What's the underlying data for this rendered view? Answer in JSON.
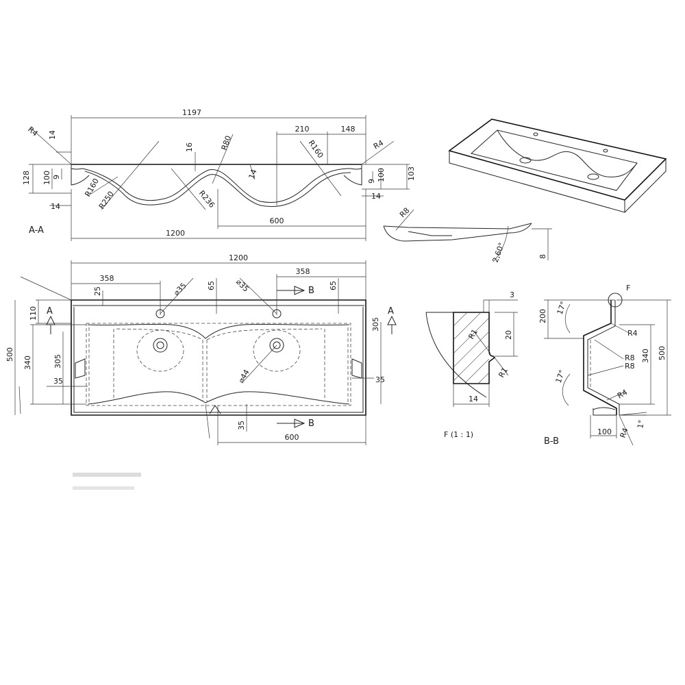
{
  "views": {
    "section_aa": {
      "title": "A-A",
      "dims": {
        "overall_top": "1197",
        "overall_bottom": "1200",
        "w210": "210",
        "w148": "148",
        "r4_left": "R4",
        "r4_right": "R4",
        "v14_top": "14",
        "v16": "16",
        "r80": "R80",
        "r160_right": "R160",
        "h128": "128",
        "h100_left": "100",
        "h9_left": "9",
        "h100_right": "100",
        "h9_right": "9",
        "h103": "103",
        "r160_left": "R160",
        "r250": "R250",
        "r236": "R236",
        "v14_mid": "14",
        "v14_bl": "14",
        "v14_br": "14",
        "w600": "600"
      }
    },
    "plan": {
      "dims": {
        "overall": "1200",
        "l358": "358",
        "r358": "358",
        "d25": "25",
        "hole_left": "⌀35",
        "hole_right": "⌀35",
        "h65_left": "65",
        "h65_right": "65",
        "h110": "110",
        "h500": "500",
        "h340": "340",
        "h305_left": "305",
        "h305_right": "305",
        "w35_left": "35",
        "w35_right": "35",
        "drain": "⌀44",
        "v35_bottom": "35",
        "w600": "600"
      },
      "markers": {
        "a_left": "A",
        "a_right": "A",
        "b_top": "B",
        "b_bottom": "B"
      },
      "faint_note_1": "",
      "faint_note_2": ""
    },
    "section_r8": {
      "dims": {
        "r8": "R8",
        "angle": "2,60°",
        "h8": "8"
      }
    },
    "detail_f": {
      "title": "F (1 : 1)",
      "dims": {
        "w3": "3",
        "h20": "20",
        "r1_a": "R1",
        "r1_b": "R1",
        "w14": "14"
      }
    },
    "section_bb": {
      "title": "B-B",
      "marker_f": "F",
      "dims": {
        "h200": "200",
        "a17_top": "17°",
        "r4_top": "R4",
        "r8_a": "R8",
        "r8_b": "R8",
        "h340": "340",
        "h500": "500",
        "a17_bottom": "17°",
        "r4_bottom": "R4",
        "w100": "100",
        "r4_corner": "R4",
        "a1": "1°"
      }
    }
  }
}
